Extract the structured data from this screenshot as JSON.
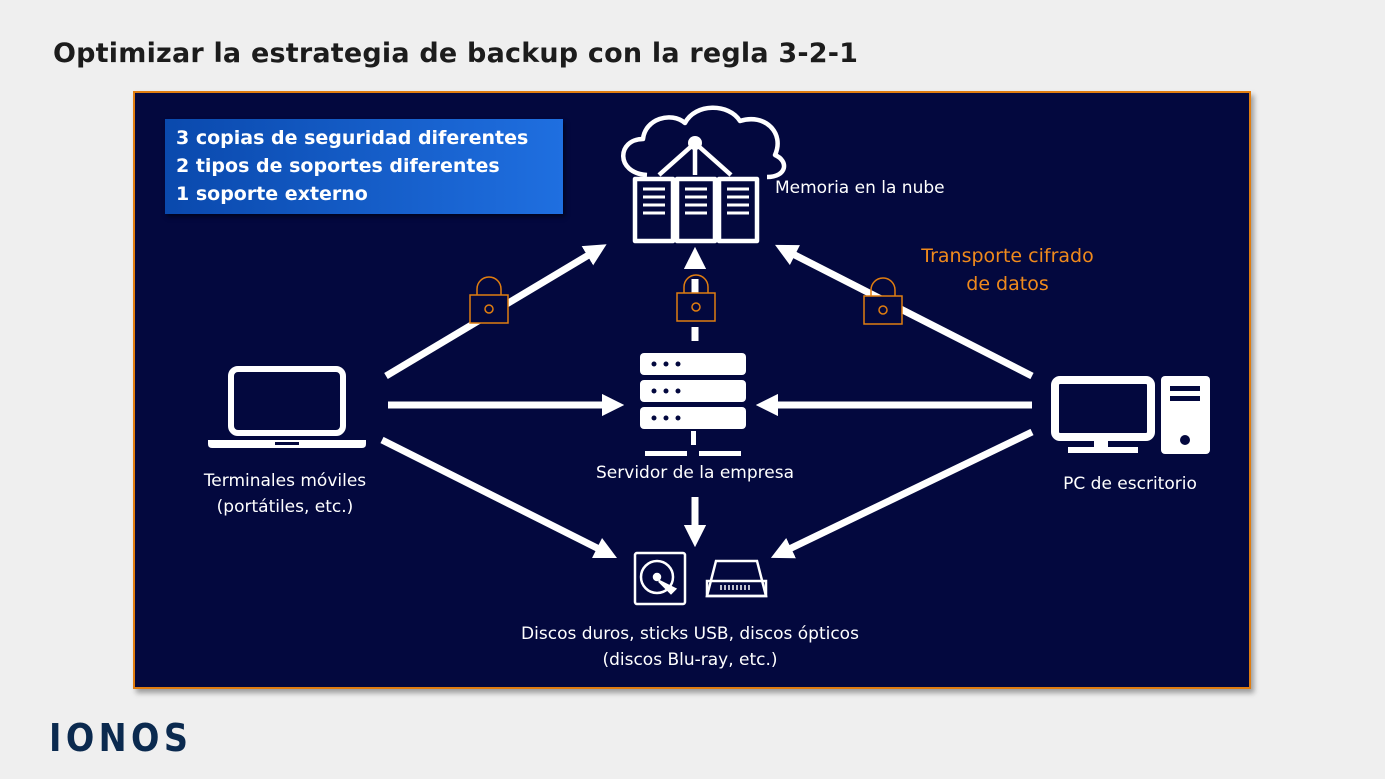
{
  "title": "Optimizar la estrategia de backup con la regla 3-2-1",
  "rule": {
    "line1": "3 copias de seguridad diferentes",
    "line2": "2 tipos de soportes diferentes",
    "line3": "1 soporte externo"
  },
  "nodes": {
    "cloud": "Memoria en la nube",
    "mobile": [
      "Terminales móviles",
      "(portátiles, etc.)"
    ],
    "server": "Servidor de la empresa",
    "desktop": "PC de escritorio",
    "media": [
      "Discos duros, sticks USB, discos ópticos",
      "(discos Blu-ray, etc.)"
    ]
  },
  "encrypted": [
    "Transporte cifrado",
    "de datos"
  ],
  "logo": "IONOS",
  "colors": {
    "panel": "#03083e",
    "border": "#e07d10",
    "accent": "#f08a1c",
    "box": "#1660cc"
  },
  "icons": [
    "cloud-server-icon",
    "laptop-icon",
    "server-rack-icon",
    "desktop-pc-icon",
    "hard-drive-icon",
    "external-drive-icon",
    "lock-icon"
  ]
}
